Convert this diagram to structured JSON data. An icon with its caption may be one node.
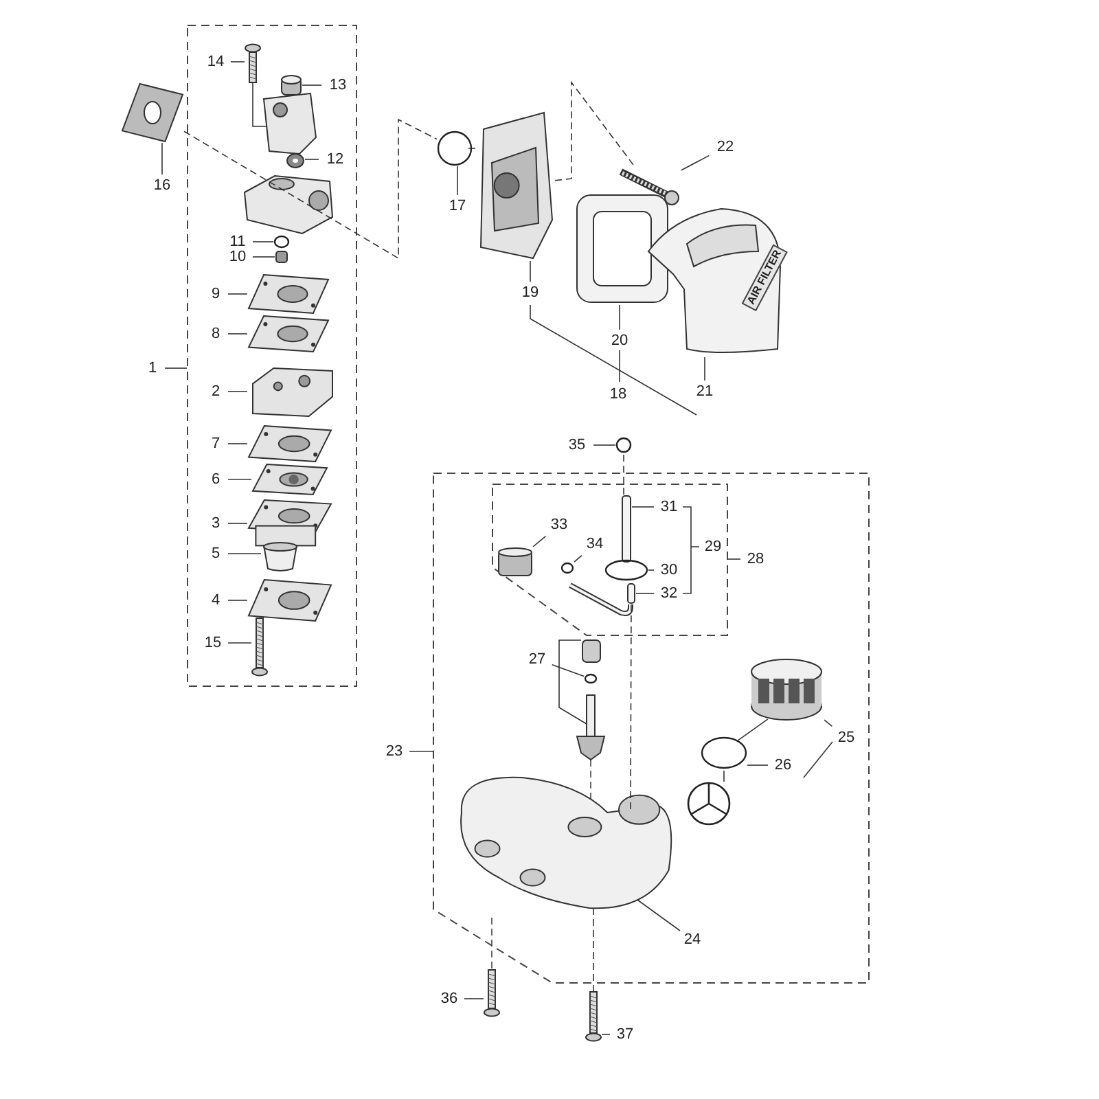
{
  "diagram": {
    "nodes": [
      {
        "text": [],
        "shape": "box"
      },
      {
        "text": [
          "14"
        ],
        "in": 0
      },
      {
        "text": [],
        "shape": "picture",
        "in": 0
      },
      {
        "text": [
          "13"
        ],
        "in": 0
      },
      {
        "text": [],
        "shape": "cylinder",
        "in": 0
      },
      {
        "text": [
          "12"
        ],
        "in": 0
      },
      {
        "text": [],
        "shape": "ring",
        "in": 0
      },
      {
        "text": [
          "11"
        ],
        "in": 0
      },
      {
        "text": [],
        "shape": "circle",
        "in": 0
      },
      {
        "text": [
          "10"
        ],
        "in": 0
      },
      {
        "text": [],
        "shape": "box",
        "in": 0
      },
      {
        "text": [
          "9"
        ],
        "in": 0
      },
      {
        "text": [],
        "shape": "picture",
        "in": 0
      },
      {
        "text": [
          "8"
        ],
        "in": 0
      },
      {
        "text": [],
        "shape": "picture",
        "in": 0
      },
      {
        "text": [
          "2"
        ],
        "in": 0
      },
      {
        "text": [],
        "shape": "picture",
        "in": 0
      },
      {
        "text": [
          "7"
        ],
        "in": 0
      },
      {
        "text": [],
        "shape": "picture",
        "in": 0
      },
      {
        "text": [
          "6"
        ],
        "in": 0
      },
      {
        "text": [],
        "shape": "picture",
        "in": 0
      },
      {
        "text": [
          "3"
        ],
        "in": 0
      },
      {
        "text": [],
        "shape": "picture",
        "in": 0
      },
      {
        "text": [
          "5"
        ],
        "in": 0
      },
      {
        "text": [],
        "shape": "cup",
        "in": 0
      },
      {
        "text": [
          "4"
        ],
        "in": 0
      },
      {
        "text": [],
        "shape": "picture",
        "in": 0
      },
      {
        "text": [
          "15"
        ],
        "in": 0
      },
      {
        "text": [],
        "shape": "picture",
        "in": 0
      },
      {
        "text": [
          "1"
        ]
      },
      {
        "text": [
          "16"
        ]
      },
      {
        "text": [],
        "shape": "picture"
      },
      {
        "text": [
          "17"
        ]
      },
      {
        "text": [],
        "shape": "circle"
      },
      {
        "text": [
          "19"
        ]
      },
      {
        "text": [],
        "shape": "picture"
      },
      {
        "text": [
          "20"
        ]
      },
      {
        "text": [],
        "shape": "picture"
      },
      {
        "text": [
          "21"
        ]
      },
      {
        "text": [
          "AIR FILTER"
        ]
      },
      {
        "text": [
          "22"
        ]
      },
      {
        "text": [],
        "shape": "picture"
      },
      {
        "text": [],
        "shape": "box"
      },
      {
        "text": [],
        "shape": "box",
        "in": 42
      },
      {
        "text": [
          "35"
        ]
      },
      {
        "text": [],
        "shape": "circle"
      },
      {
        "text": [
          "31"
        ],
        "in": 43
      },
      {
        "text": [],
        "shape": "bar",
        "in": 43
      },
      {
        "text": [
          "30"
        ],
        "in": 43
      },
      {
        "text": [],
        "shape": "circle",
        "in": 43
      },
      {
        "text": [
          "32"
        ],
        "in": 43
      },
      {
        "text": [],
        "shape": "bar",
        "in": 43
      },
      {
        "text": [
          "28"
        ],
        "in": 42
      },
      {
        "text": [
          "33"
        ],
        "in": 43
      },
      {
        "text": [],
        "shape": "cylinder",
        "in": 43
      },
      {
        "text": [
          "34"
        ],
        "in": 43
      },
      {
        "text": [],
        "shape": "circle",
        "in": 43
      },
      {
        "text": [
          "27"
        ],
        "in": 42
      },
      {
        "text": [],
        "shape": "circle",
        "in": 42
      },
      {
        "text": [
          "25"
        ],
        "in": 42
      },
      {
        "text": [],
        "shape": "picture",
        "in": 42
      },
      {
        "text": [
          "26"
        ],
        "in": 42
      },
      {
        "text": [],
        "shape": "circle",
        "in": 42
      },
      {
        "text": [
          "23"
        ]
      },
      {
        "text": [
          "24"
        ],
        "in": 42
      },
      {
        "text": [],
        "shape": "picture",
        "in": 42
      },
      {
        "text": [
          "36"
        ]
      },
      {
        "text": [],
        "shape": "picture"
      },
      {
        "text": [
          "37"
        ]
      },
      {
        "text": [],
        "shape": "picture"
      },
      {
        "text": [],
        "shape": "picture",
        "in": 42
      }
    ],
    "edges": [
      {
        "from": 1,
        "to": 2,
        "arrow": "none"
      },
      {
        "from": 3,
        "to": 4,
        "arrow": "none"
      },
      {
        "from": 5,
        "to": 6,
        "arrow": "none"
      },
      {
        "from": 7,
        "to": 8,
        "arrow": "none"
      },
      {
        "from": 9,
        "to": 10,
        "arrow": "none"
      },
      {
        "from": 11,
        "to": 12,
        "arrow": "none"
      },
      {
        "from": 13,
        "to": 14,
        "arrow": "none"
      },
      {
        "from": 15,
        "to": 16,
        "arrow": "none"
      },
      {
        "from": 17,
        "to": 18,
        "arrow": "none"
      },
      {
        "from": 19,
        "to": 20,
        "arrow": "none"
      },
      {
        "from": 21,
        "to": 22,
        "arrow": "none"
      },
      {
        "from": 23,
        "to": 24,
        "arrow": "none"
      },
      {
        "from": 25,
        "to": 26,
        "arrow": "none"
      },
      {
        "from": 27,
        "to": 28,
        "arrow": "none"
      },
      {
        "from": 29,
        "to": 0,
        "arrow": "none"
      },
      {
        "from": 30,
        "to": 31,
        "arrow": "none"
      },
      {
        "from": 32,
        "to": 33,
        "arrow": "none"
      },
      {
        "from": 34,
        "to": 35,
        "arrow": "none"
      },
      {
        "from": 36,
        "to": 37,
        "arrow": "none"
      },
      {
        "from": 38,
        "to": 39,
        "arrow": "none"
      },
      {
        "from": 40,
        "to": 41,
        "arrow": "none"
      },
      {
        "from": 44,
        "to": 45,
        "arrow": "none"
      },
      {
        "from": 46,
        "to": 47,
        "arrow": "none"
      },
      {
        "from": 48,
        "to": 49,
        "arrow": "none"
      },
      {
        "from": 50,
        "to": 51,
        "arrow": "none"
      },
      {
        "from": 52,
        "to": 43,
        "arrow": "none"
      },
      {
        "from": 53,
        "to": 54,
        "arrow": "none"
      },
      {
        "from": 55,
        "to": 56,
        "arrow": "none"
      },
      {
        "from": 57,
        "to": 58,
        "arrow": "none"
      },
      {
        "from": 59,
        "to": 60,
        "arrow": "none"
      },
      {
        "from": 61,
        "to": 62,
        "arrow": "none"
      },
      {
        "from": 63,
        "to": 42,
        "arrow": "none"
      },
      {
        "from": 64,
        "to": 65,
        "arrow": "none"
      },
      {
        "from": 66,
        "to": 67,
        "arrow": "none"
      },
      {
        "from": 68,
        "to": 69,
        "arrow": "none"
      },
      {
        "from": 31,
        "to": 33,
        "arrow": "none",
        "style": "dashed"
      },
      {
        "from": 35,
        "to": 41,
        "arrow": "none",
        "style": "dashed"
      },
      {
        "from": 45,
        "to": 47,
        "arrow": "none",
        "style": "dashed"
      },
      {
        "from": 51,
        "to": 65,
        "arrow": "none",
        "style": "dashed"
      },
      {
        "from": 65,
        "to": 69,
        "arrow": "none",
        "style": "dashed"
      },
      {
        "from": 60,
        "to": 62,
        "arrow": "none"
      },
      {
        "from": 62,
        "to": 70,
        "arrow": "none"
      },
      {
        "from": 33,
        "to": 35,
        "arrow": "none",
        "style": "dashed"
      }
    ],
    "labels": [
      "18",
      "29"
    ]
  }
}
